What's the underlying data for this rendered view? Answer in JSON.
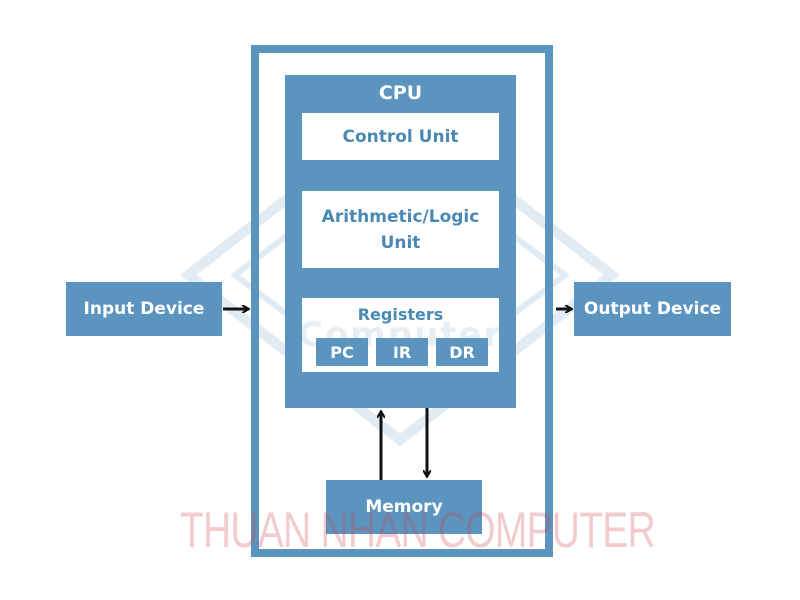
{
  "diagram": {
    "input_device": "Input Device",
    "output_device": "Output Device",
    "cpu": "CPU",
    "control_unit": "Control Unit",
    "alu": "Arithmetic/Logic Unit",
    "registers": "Registers",
    "register_items": [
      "PC",
      "IR",
      "DR"
    ],
    "memory": "Memory"
  },
  "watermark": {
    "logo_text": "Computer",
    "text": "THUAN NHAN COMPUTER"
  },
  "colors": {
    "accent": "#5b94bf",
    "text_accent": "#4a89b3",
    "watermark_red": "#cd464b"
  }
}
